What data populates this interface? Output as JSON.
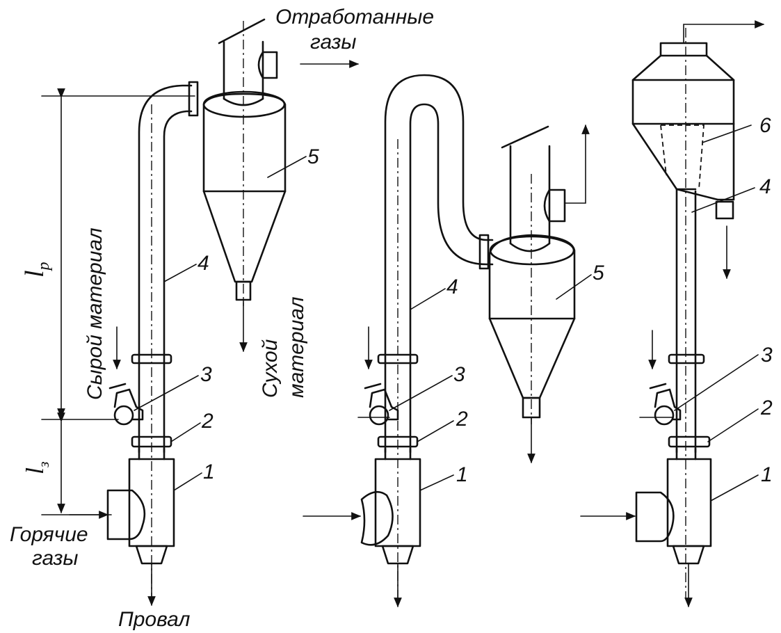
{
  "labels": {
    "exhaust_gases": "Отработанные газы",
    "exhaust_line1": "Отработанные",
    "exhaust_line2": "газы",
    "raw_material": "Сырой материал",
    "dry_material_line1": "Сухой",
    "dry_material_line2": "материал",
    "hot_gases_line1": "Горячие",
    "hot_gases_line2": "газы",
    "failure": "Провал",
    "dim_pipe": "lр",
    "dim_pipe_main": "l",
    "dim_pipe_sub": "р",
    "dim_zone_main": "l",
    "dim_zone_sub": "з"
  },
  "callouts": {
    "n1": "1",
    "n2": "2",
    "n3": "3",
    "n4": "4",
    "n5": "5",
    "n6": "6"
  }
}
